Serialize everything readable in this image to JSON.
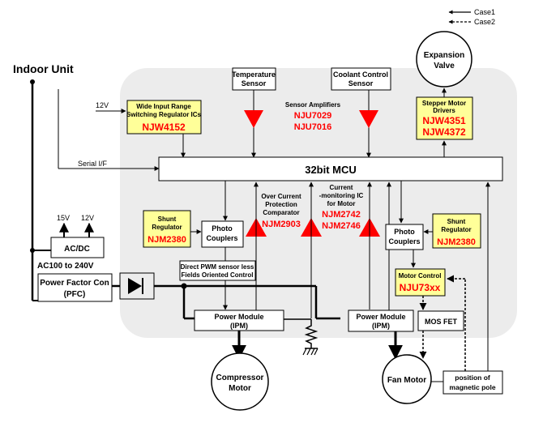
{
  "legend": {
    "case1": "Case1",
    "case2": "Case2"
  },
  "indoor_unit": "Indoor Unit",
  "expansion_valve": [
    "Expansion",
    "Valve"
  ],
  "temperature_sensor": [
    "Temperature",
    "Sensor"
  ],
  "coolant_sensor": [
    "Coolant Control",
    "Sensor"
  ],
  "sensor_amps": {
    "title": "Sensor Amplifiers",
    "parts": [
      "NJU7029",
      "NJU7016"
    ]
  },
  "stepper": {
    "title": [
      "Stepper Motor",
      "Drivers"
    ],
    "parts": [
      "NJW4351",
      "NJW4372"
    ]
  },
  "regulator": {
    "voltage": "12V",
    "title": [
      "Wide Input Range",
      "Switching Regulator ICs"
    ],
    "part": "NJW4152"
  },
  "serial_if": "Serial I/F",
  "mcu": "32bit MCU",
  "over_current": {
    "title": [
      "Over Current",
      "Protection",
      "Comparator"
    ],
    "part": "NJM2903"
  },
  "current_monitor": {
    "title": [
      "Current",
      "-monitoring IC",
      "for Motor"
    ],
    "parts": [
      "NJM2742",
      "NJM2746"
    ]
  },
  "shunt_left": {
    "title": [
      "Shunt",
      "Regulator"
    ],
    "part": "NJM2380"
  },
  "shunt_right": {
    "title": [
      "Shunt",
      "Regulator"
    ],
    "part": "NJM2380"
  },
  "photo_left": [
    "Photo",
    "Couplers"
  ],
  "photo_right": [
    "Photo",
    "Couplers"
  ],
  "acdc": {
    "v15": "15V",
    "v12": "12V",
    "label": "AC/DC",
    "input": "AC100 to 240V"
  },
  "pwm": [
    "Direct PWM sensor less",
    "Fields Oriented Control"
  ],
  "pfc": [
    "Power Factor Con",
    "(PFC)"
  ],
  "motor_control": {
    "title": "Motor Control",
    "part": "NJU73xx"
  },
  "power_module_left": [
    "Power Module",
    "(IPM)"
  ],
  "power_module_right": [
    "Power Module",
    "(IPM)"
  ],
  "mosfet": "MOS FET",
  "compressor": [
    "Compressor",
    "Motor"
  ],
  "fan_motor": "Fan Motor",
  "magnetic_pole": [
    "position of",
    "magnetic pole"
  ]
}
